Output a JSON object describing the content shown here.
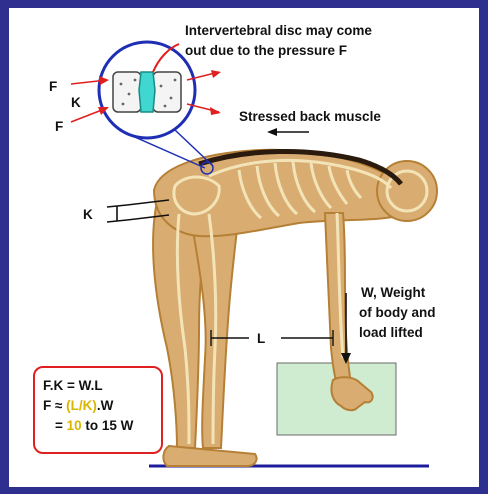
{
  "labels": {
    "disc_note_line1": "Intervertebral disc may come",
    "disc_note_line2": "out due to the pressure F",
    "force_top": "F",
    "force_bottom": "F",
    "k_small": "K",
    "stressed_muscle": "Stressed back muscle",
    "k_large": "K",
    "weight_line1": "W, Weight",
    "weight_line2": "of body and",
    "weight_line3": "load lifted",
    "distance": "L"
  },
  "formula": {
    "line1": "F.K = W.L",
    "line2_prefix": "F ≈ ",
    "line2_ratio": "(L/K)",
    "line2_suffix": ".W",
    "line3_prefix": "= ",
    "line3_value": "10",
    "line3_suffix": " to 15 W"
  },
  "colors": {
    "background": "#2f2f8f",
    "skin": "#d9ad72",
    "skin_dark": "#b58035",
    "bone": "#f3e4b8",
    "muscle": "#2b1a0e",
    "disc_circle": "#1f2fb5",
    "disc_fill": "#3fd7cf",
    "arrow": "#e02020",
    "load_box": "#cfecd0",
    "ground": "#1c1c9c",
    "formula_border": "#e02020"
  }
}
